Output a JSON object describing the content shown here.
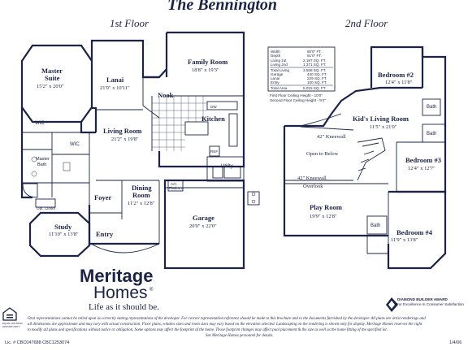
{
  "title": "The Bennington",
  "floors": {
    "first": "1st Floor",
    "second": "2nd Floor"
  },
  "rooms_first": {
    "master_suite": {
      "name_line1": "Master",
      "name_line2": "Suite",
      "dims": "15'2\" x 20'0\""
    },
    "lanai": {
      "name": "Lanai",
      "dims": "21'0\" x 10'11\""
    },
    "family_room": {
      "name": "Family Room",
      "dims": "18'8\" x 19'3\""
    },
    "nook": {
      "name": "Nook"
    },
    "kitchen": {
      "name": "Kitchen"
    },
    "living_room": {
      "name": "Living Room",
      "dims": "21'2\" x 19'8\""
    },
    "wic1": "WIC",
    "wic2": "WIC",
    "master_bath": {
      "line1": "Master",
      "line2": "Bath"
    },
    "foyer": "Foyer",
    "dining_room": {
      "line1": "Dining",
      "line2": "Room",
      "dims": "11'2\" x 12'8\""
    },
    "study": {
      "name": "Study",
      "dims": "11'10\" x 13'8\""
    },
    "entry": "Entry",
    "garage": {
      "name": "Garage",
      "dims": "20'0\" x 22'0\""
    },
    "utility": "Utility",
    "ref": "REF",
    "dw": "DW",
    "ac_line1": "A/C",
    "ac_line2": "Platform",
    "opt_closet": "Opt. Closet"
  },
  "rooms_second": {
    "bedroom2": {
      "name": "Bedroom #2",
      "dims": "12'4\" x 11'8\""
    },
    "kids_living": {
      "name": "Kid's Living Room",
      "dims": "11'5\" x 21'0\""
    },
    "bath_a": "Bath",
    "bath_b": "Bath",
    "bath_c": "Bath",
    "kneewall_top": "42\" Kneewall",
    "open_below": "Open to Below",
    "bedroom3": {
      "name": "Bedroom #3",
      "dims": "12'4\" x 12'7\""
    },
    "kneewall_bottom": "42\" Kneewall",
    "overlook": "Overlook",
    "play_room": {
      "name": "Play Room",
      "dims": "19'9\" x 12'8\""
    },
    "bedroom4": {
      "name": "Bedroom #4",
      "dims": "11'9\" x 13'8\""
    }
  },
  "specs": {
    "rows": [
      {
        "label": "Width",
        "value": "60'0\" FT."
      },
      {
        "label": "Depth",
        "value": "61'0\" FT."
      },
      {
        "label": "Living 1st",
        "value": "2,197 SQ. FT."
      },
      {
        "label": "Living 2nd",
        "value": "1,371 SQ. FT."
      },
      {
        "label": "Total Living",
        "value": "3,568 SQ. FT."
      },
      {
        "label": "Garage",
        "value": "440 SQ. FT."
      },
      {
        "label": "Lanai",
        "value": "229 SQ. FT."
      },
      {
        "label": "Entry",
        "value": "100 SQ. FT."
      },
      {
        "label": "Total Area",
        "value": "5,015 SQ. FT."
      }
    ],
    "ceiling1": "First Floor Ceiling Height - 10'0\"",
    "ceiling2": "Second Floor Ceiling Height - 9'4\""
  },
  "brand": {
    "name1": "Meritage",
    "name2": "Homes",
    "trademark": "®",
    "slogan": "Life as it should be.",
    "award_line1": "DIAMOND BUILDER AWARD",
    "award_line2": "For Excellence In Consumer Satisfaction",
    "eho_line1": "EQUAL HOUSING",
    "eho_line2": "OPPORTUNITY"
  },
  "disclaimer": {
    "line1": "Oral representations cannot be relied upon as correctly stating representations of the developer. For correct representation reference should be made to this brochure and to the documents furnished by the developer. All plans are artist renderings and",
    "line2": "all dimensions are approximate and may vary with actual construction. Floor plans, window sizes and room sizes may vary based on the elevation selected. Landscaping on the rendering is shown only for display. Meritage Homes reserves the right",
    "line3": "to modify all plans and specifications without notice or obligation. Some options may affect the footprint of the home. Those footprint changes may affect pool placement & the size as well as the home fitting of the specified lot.",
    "line4": "See Meritage Homes personnel for details."
  },
  "license": "Lic. # CBC047688   CBC1253074",
  "date_code": "1/4/06"
}
